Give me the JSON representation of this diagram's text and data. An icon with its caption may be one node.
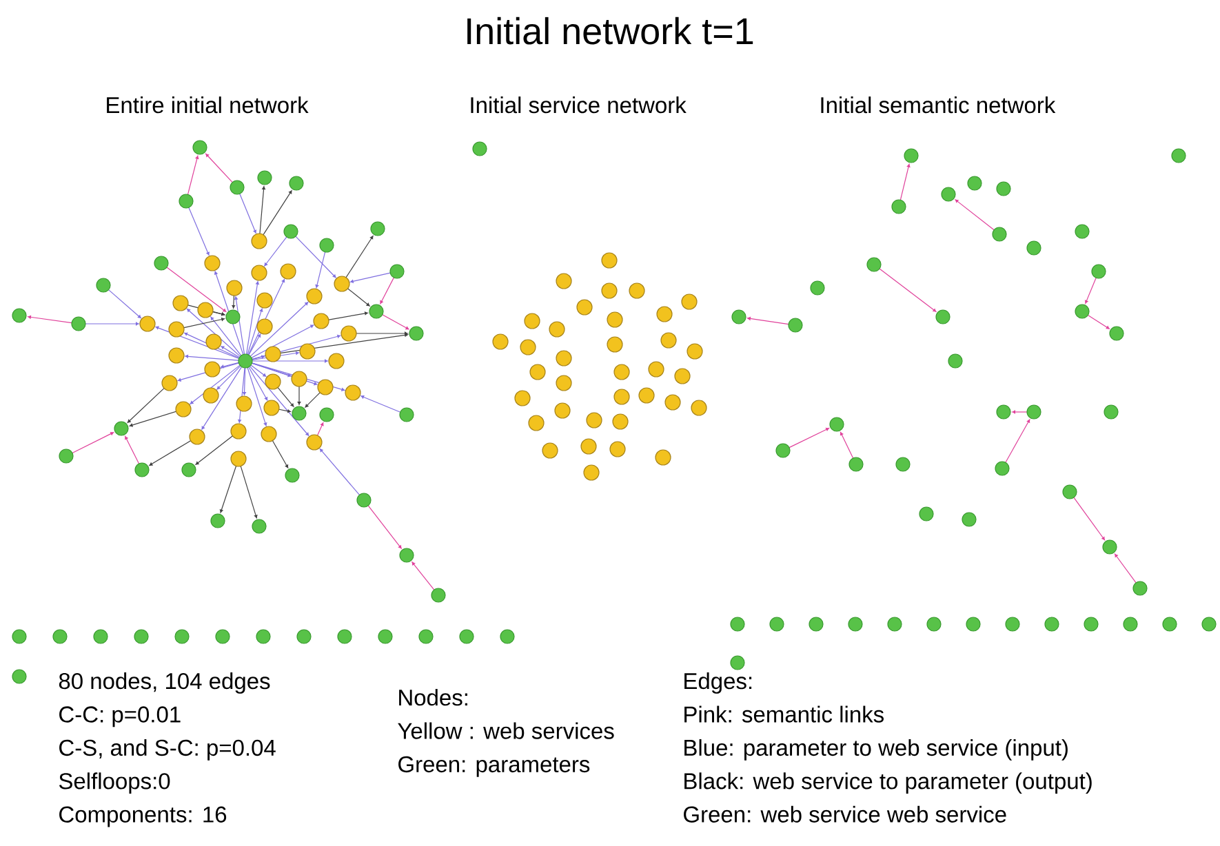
{
  "diagram": {
    "title": "Initial network t=1",
    "labels": [
      "Entire initial network",
      "Initial service network",
      "Initial semantic network",
      "80 nodes, 104 edges",
      "C-C:  p=0.01",
      "C-S, and S-C: p=0.04",
      "Selfloops:0",
      "Components: 16",
      "Nodes:",
      "Yellow : web services",
      "Green: parameters",
      "Edges:",
      "Pink: semantic links",
      "Blue: parameter to web service (input)",
      "Black: web service to parameter (output)",
      "Green: web service web service"
    ]
  }
}
